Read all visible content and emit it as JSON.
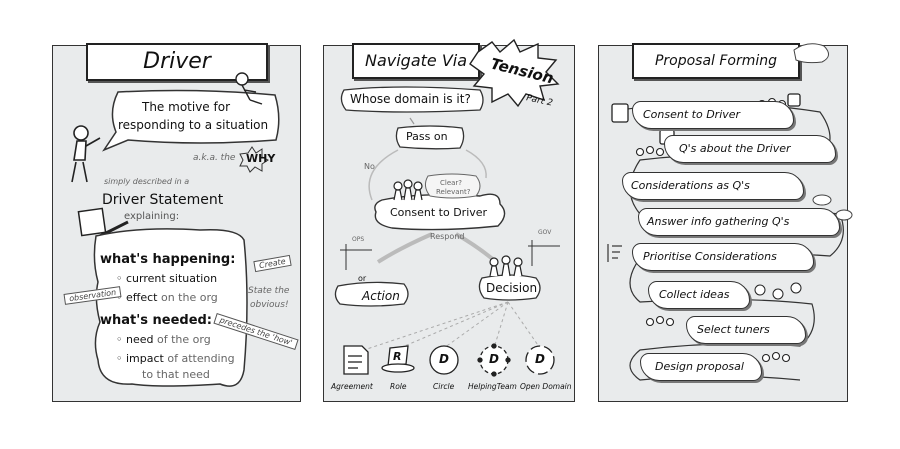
{
  "panel1": {
    "title": "Driver",
    "bubble": [
      "The motive for",
      "responding to a situation"
    ],
    "aka_prefix": "a.k.a. the",
    "aka_word": "WHY",
    "simply": "simply described in a",
    "statement": "Driver Statement",
    "explaining": "explaining:",
    "happening": "what's happening:",
    "current": "current situation",
    "effect_a": "effect",
    "effect_b": "on the org",
    "needed": "what's needed:",
    "need_a": "need",
    "need_b": "of the org",
    "impact_a": "impact",
    "impact_b": "of attending",
    "impact_c": "to that need",
    "tag_observation": "observation",
    "tag_create": "Create",
    "tag_state": [
      "State the",
      "obvious!"
    ],
    "tag_precedes": "precedes the 'how'"
  },
  "panel2": {
    "title_a": "Navigate Via",
    "title_b": "Tension",
    "part": "Part 2",
    "whose": "Whose domain is it?",
    "pass": "Pass on",
    "no": "No",
    "clear": [
      "Clear?",
      "Relevant?"
    ],
    "consent": "Consent to Driver",
    "respond": "Respond",
    "ops": "OPS",
    "gov": "GOV",
    "or": "or",
    "action": "Action",
    "decision": "Decision",
    "icons": [
      "Agreement",
      "Role",
      "Circle",
      "HelpingTeam",
      "Open Domain"
    ]
  },
  "panel3": {
    "title": "Proposal Forming",
    "steps": [
      "Consent to Driver",
      "Q's about the Driver",
      "Considerations as Q's",
      "Answer info gathering Q's",
      "Prioritise Considerations",
      "Collect ideas",
      "Select tuners",
      "Design proposal"
    ]
  },
  "colors": {
    "card": "#e9ebec",
    "ink": "#111111",
    "bubble": "#ffffff"
  }
}
